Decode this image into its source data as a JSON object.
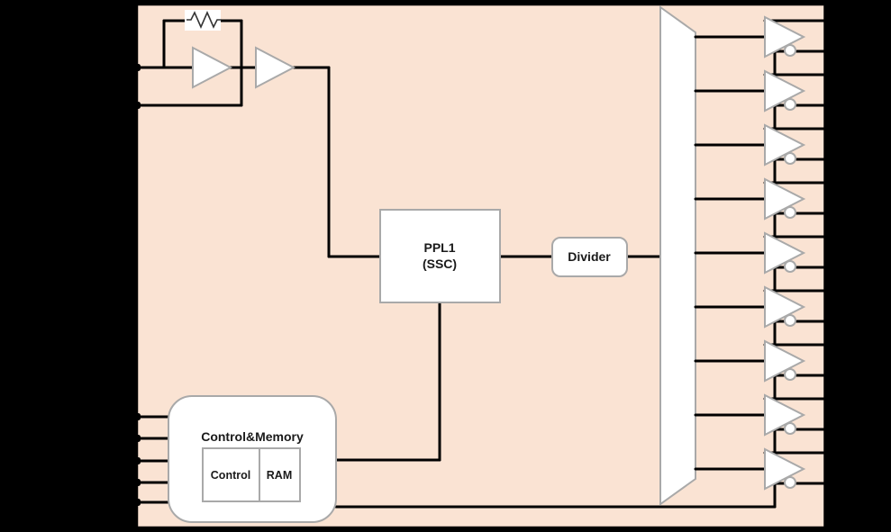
{
  "diagram": {
    "kind": "clock-generator block diagram",
    "blocks": {
      "pll": {
        "line1": "PPL1",
        "line2": "(SSC)"
      },
      "divider": {
        "label": "Divider"
      },
      "control_memory": {
        "title": "Control&Memory",
        "sub_control": "Control",
        "sub_ram": "RAM"
      }
    },
    "oscillator": {
      "amplifier_count": 2,
      "has_feedback_resistor": true,
      "input_pin_count": 2
    },
    "mux": {
      "shape": "trapezoid"
    },
    "outputs": {
      "buffer_count": 9,
      "pins_per_buffer": 2,
      "inverting_bubble": true
    },
    "control_inputs": {
      "pin_count": 5
    }
  },
  "colors": {
    "canvas_bg": "#000000",
    "block_fill": "#FAE3D3",
    "outline": "#000000",
    "shape_stroke": "#A9A9A9",
    "shape_fill": "#FFFFFF",
    "text": "#1A1A1A"
  }
}
